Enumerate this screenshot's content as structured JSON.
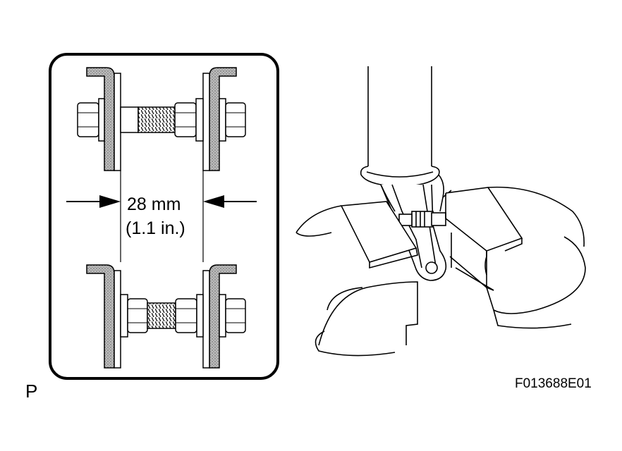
{
  "figure": {
    "dimension": {
      "value_mm": "28 mm",
      "value_in": "(1.1 in.)"
    },
    "corner_letter": "P",
    "figure_code": "F013688E01"
  }
}
